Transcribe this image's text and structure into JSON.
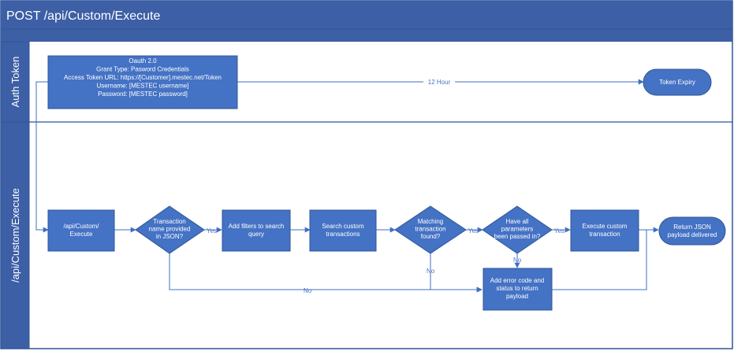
{
  "title": "POST /api/Custom/Execute",
  "colors": {
    "lane_header": "#3c5fa6",
    "shape_fill": "#4472c4",
    "shape_stroke": "#2f5597",
    "connector": "#3f6fc2",
    "border": "#2f5597",
    "text_on_shape": "#ffffff",
    "label_text": "#4472c4"
  },
  "lanes": {
    "auth": "Auth Token",
    "api": "/api/Custom/Execute"
  },
  "nodes": {
    "oauth": {
      "lines": [
        "Oauth 2.0",
        "Grant Type: Pasword Credentials",
        "Access Token URL: https://[Customer].mestec.net/Token",
        "Username: [MESTEC username]",
        "Password: [MESTEC password]"
      ]
    },
    "token_expiry": {
      "lines": [
        "Token Expiry"
      ]
    },
    "api_start": {
      "lines": [
        "/api/Custom/",
        "Execute"
      ]
    },
    "dec_name": {
      "lines": [
        "Transaction",
        "name provided",
        "in JSON?"
      ]
    },
    "add_filters": {
      "lines": [
        "Add filters to search",
        "query"
      ]
    },
    "search": {
      "lines": [
        "Search custom",
        "transactions"
      ]
    },
    "dec_match": {
      "lines": [
        "Matching",
        "transaction",
        "found?"
      ]
    },
    "dec_params": {
      "lines": [
        "Have all",
        "parameters",
        "been passed in?"
      ]
    },
    "execute": {
      "lines": [
        "Execute custom",
        "transaction"
      ]
    },
    "return_json": {
      "lines": [
        "Return JSON",
        "payload delivered"
      ]
    },
    "error": {
      "lines": [
        "Add error code and",
        "status to return",
        "payload"
      ]
    }
  },
  "edge_labels": {
    "hour12": "12 Hour",
    "yes1": "Yes",
    "yes2": "Yes",
    "yes3": "Yes",
    "no_params": "No",
    "no_match": "No",
    "no_name": "No"
  }
}
